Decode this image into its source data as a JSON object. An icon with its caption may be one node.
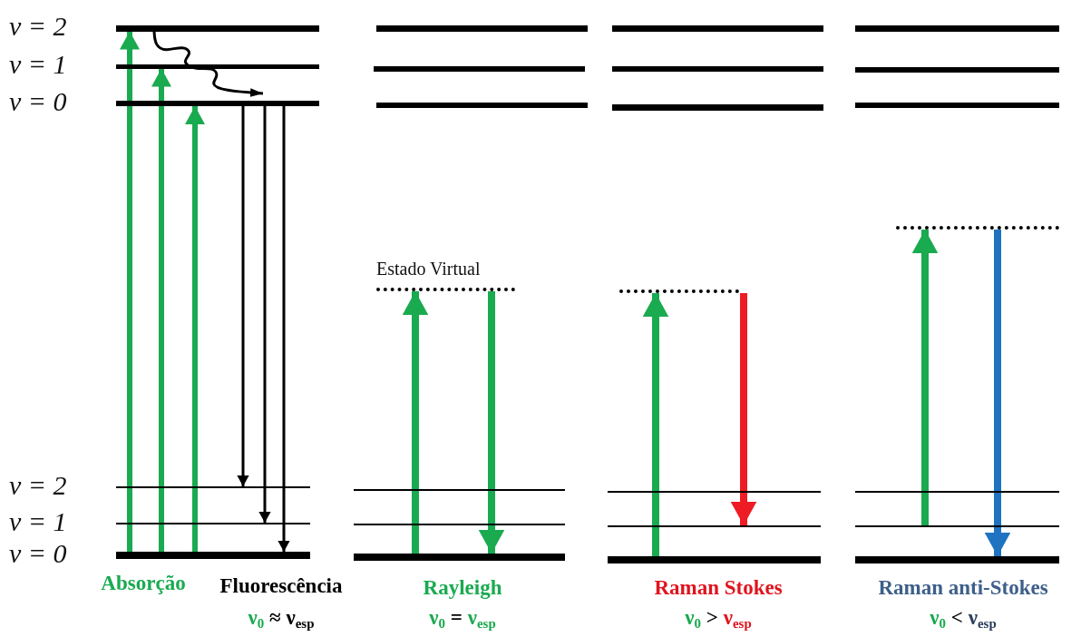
{
  "diagram": {
    "nodes": [
      {
        "text": [],
        "shape": "bar",
        "beside": [
          "ν = 2"
        ]
      },
      {
        "text": [],
        "shape": "bar",
        "beside": [
          "ν = 1"
        ]
      },
      {
        "text": [],
        "shape": "bar",
        "beside": [
          "ν = 0"
        ]
      },
      {
        "text": [],
        "shape": "bar",
        "beside": [
          "ν = 2"
        ]
      },
      {
        "text": [],
        "shape": "bar",
        "beside": [
          "ν = 1"
        ]
      },
      {
        "text": [],
        "shape": "bar",
        "beside": [
          "ν = 0"
        ]
      },
      {
        "text": [],
        "shape": "bar"
      },
      {
        "text": [],
        "shape": "bar"
      },
      {
        "text": [],
        "shape": "bar"
      },
      {
        "text": [],
        "shape": "line",
        "beside": [
          "Estado Virtual"
        ]
      },
      {
        "text": [],
        "shape": "bar"
      },
      {
        "text": [],
        "shape": "bar"
      },
      {
        "text": [],
        "shape": "bar"
      },
      {
        "text": [],
        "shape": "bar"
      },
      {
        "text": [],
        "shape": "bar"
      },
      {
        "text": [],
        "shape": "bar"
      },
      {
        "text": [],
        "shape": "line"
      },
      {
        "text": [],
        "shape": "bar"
      },
      {
        "text": [],
        "shape": "bar"
      },
      {
        "text": [],
        "shape": "bar"
      },
      {
        "text": [],
        "shape": "bar"
      },
      {
        "text": [],
        "shape": "bar"
      },
      {
        "text": [],
        "shape": "bar"
      },
      {
        "text": [],
        "shape": "line"
      },
      {
        "text": [],
        "shape": "bar"
      },
      {
        "text": [],
        "shape": "bar"
      },
      {
        "text": [],
        "shape": "bar"
      }
    ],
    "edges": [
      {
        "from": 5,
        "to": 0,
        "arrow": "to"
      },
      {
        "from": 5,
        "to": 1,
        "arrow": "to"
      },
      {
        "from": 5,
        "to": 2,
        "arrow": "to"
      },
      {
        "from": 0,
        "to": 2,
        "arrow": "to",
        "color": "#000000"
      },
      {
        "from": 2,
        "to": 3,
        "arrow": "to",
        "color": "#000000"
      },
      {
        "from": 2,
        "to": 4,
        "arrow": "to",
        "color": "#000000"
      },
      {
        "from": 2,
        "to": 5,
        "arrow": "to",
        "color": "#000000"
      },
      {
        "from": 12,
        "to": 9,
        "arrow": "to"
      },
      {
        "from": 9,
        "to": 12,
        "arrow": "to"
      },
      {
        "from": 19,
        "to": 16,
        "arrow": "to"
      },
      {
        "from": 16,
        "to": 18,
        "arrow": "to",
        "color": "#ee1c25"
      },
      {
        "from": 25,
        "to": 23,
        "arrow": "to"
      },
      {
        "from": 23,
        "to": 26,
        "arrow": "to",
        "color": "#1f73c0"
      }
    ],
    "labels": [
      "Absorção",
      "Fluorescência",
      "Rayleigh",
      "Raman Stokes",
      "Raman anti-Stokes",
      "ν$_{0}$ ≈ ν$_{esp}$",
      "ν$_{0}$ = ν$_{esp}$",
      "ν$_{0}$ > ν$_{esp}$",
      "ν$_{0}$ < ν$_{esp}$"
    ]
  }
}
